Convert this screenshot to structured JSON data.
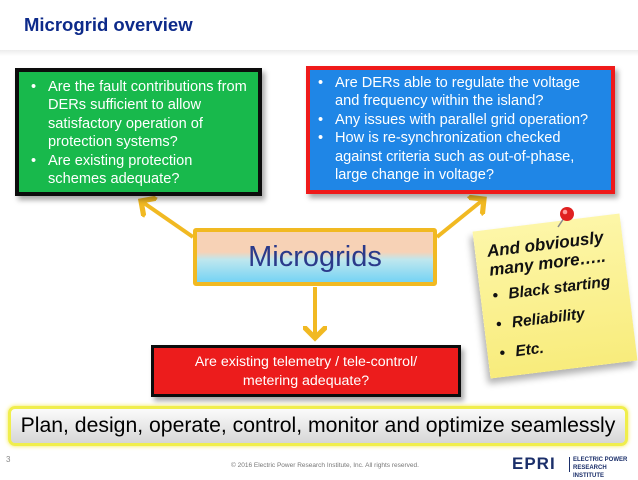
{
  "slide": {
    "title": "Microgrid overview",
    "slide_number": "3",
    "copyright": "© 2016 Electric Power Research Institute, Inc. All rights reserved."
  },
  "center": {
    "label": "Microgrids"
  },
  "protection_box": {
    "color": "#18b94c",
    "items": [
      "Are the fault contributions from DERs sufficient to allow satisfactory operation of protection systems?",
      "Are existing protection schemes adequate?"
    ]
  },
  "operation_box": {
    "color": "#1f86e6",
    "items": [
      "Are DERs able to regulate the voltage and frequency within the island?",
      "Any issues with parallel grid operation?",
      "How is re-synchronization checked against criteria such as out-of-phase, large change in voltage?"
    ]
  },
  "telemetry_box": {
    "color": "#ec1c1c",
    "line1": "Are existing telemetry / tele-control/",
    "line2": "metering adequate?"
  },
  "sticky_note": {
    "heading": "And obviously many more…..",
    "items": [
      "Black starting",
      "Reliability",
      "Etc."
    ]
  },
  "banner": {
    "text": "Plan, design, operate, control, monitor and optimize seamlessly"
  },
  "logo": {
    "brand": "EPRI",
    "tagline_line1": "ELECTRIC POWER",
    "tagline_line2": "RESEARCH INSTITUTE"
  },
  "colors": {
    "title": "#0d2a8a",
    "arrow": "#f1b922",
    "banner_border": "#f0ee4c"
  }
}
